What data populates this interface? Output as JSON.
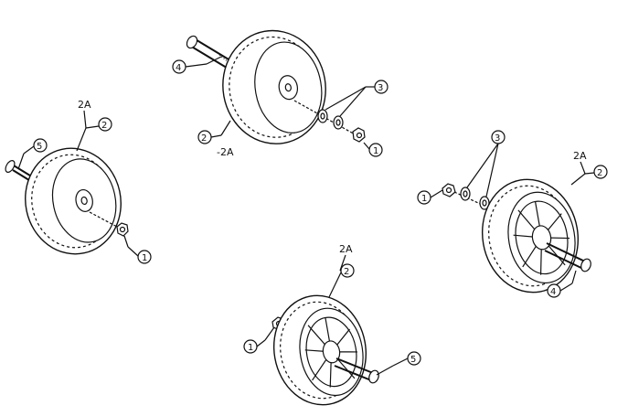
{
  "diagram": {
    "colors": {
      "line": "#111111",
      "background": "#ffffff"
    },
    "callouts": {
      "w1_2": "2",
      "w1_2a": "2A",
      "w1_5": "5",
      "w1_1": "1",
      "w2_4": "4",
      "w2_3": "3",
      "w2_2": "2",
      "w2_2a": "-2A",
      "w2_1": "1",
      "w3_3": "3",
      "w3_2a": "2A",
      "w3_2": "2",
      "w3_1": "1",
      "w3_4": "4",
      "w4_2a": "2A",
      "w4_2": "2",
      "w4_1": "1",
      "w4_5": "5"
    }
  }
}
